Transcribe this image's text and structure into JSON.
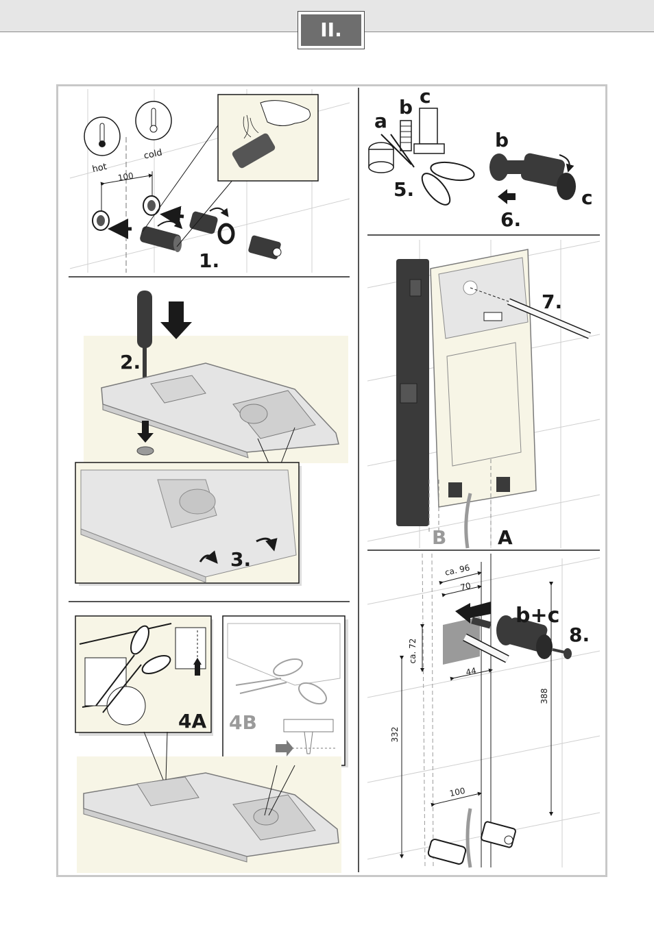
{
  "header": {
    "section": "II."
  },
  "panel1": {
    "step": "1.",
    "hot_label": "hot",
    "cold_label": "cold",
    "spacing": "100"
  },
  "panel2": {
    "step_a": "2.",
    "step_b": "3."
  },
  "panel4": {
    "variant_a": "4A",
    "variant_b": "4B"
  },
  "panel5": {
    "label_a": "a",
    "label_b": "b",
    "label_c": "c",
    "step": "5."
  },
  "panel6": {
    "label_b": "b",
    "label_c": "c",
    "step": "6."
  },
  "panel7": {
    "step": "7.",
    "label_b": "B",
    "label_a": "A"
  },
  "panel8": {
    "step": "8.",
    "parts": "b+c",
    "dim_ca96": "ca. 96",
    "dim_70": "70",
    "dim_ca72": "ca. 72",
    "dim_44": "44",
    "dim_388": "388",
    "dim_332": "332",
    "dim_100": "100"
  },
  "colors": {
    "panel_tint": "#f7f5e6",
    "frame": "#c8c8c8",
    "part_dark": "#3a3a3a",
    "badge": "#6e6e6e",
    "arrow": "#222222"
  }
}
